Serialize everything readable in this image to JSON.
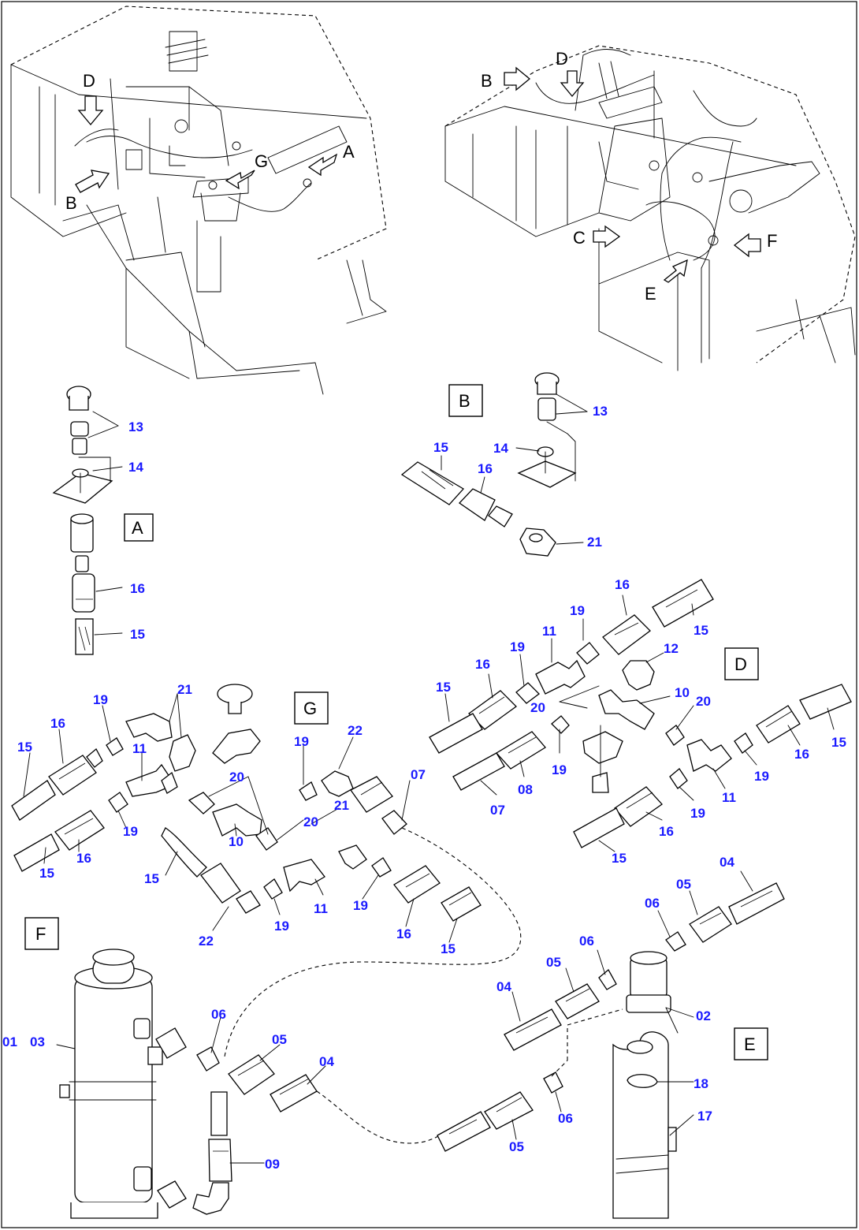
{
  "view_labels": {
    "top_left": {
      "D": "D",
      "B": "B",
      "G": "G",
      "A": "A"
    },
    "top_right": {
      "B": "B",
      "D": "D",
      "C": "C",
      "E": "E",
      "F": "F"
    }
  },
  "detail_labels": {
    "A": "A",
    "B": "B",
    "D": "D",
    "G": "G",
    "F": "F",
    "E": "E"
  },
  "detail_A": {
    "p13": "13",
    "p14": "14",
    "p16": "16",
    "p15": "15"
  },
  "detail_B": {
    "p13": "13",
    "p14": "14",
    "p15": "15",
    "p16": "16",
    "p21": "21"
  },
  "detail_D": {
    "p16_top": "16",
    "p19_top": "19",
    "p15_top": "15",
    "p11_top": "11",
    "p12": "12",
    "p19_left": "19",
    "p16_left": "16",
    "p15_left": "15",
    "p10": "10",
    "p20_right": "20",
    "p20_left": "20",
    "p19_mid": "19",
    "p07": "07",
    "p08": "08",
    "p19_r": "19",
    "p16_r": "16",
    "p15_r": "15",
    "p11_r": "11",
    "p19_low": "19",
    "p16_low": "16",
    "p15_low": "15"
  },
  "detail_G": {
    "p19_a": "19",
    "p21_a": "21",
    "p16_a": "16",
    "p15_a": "15",
    "p11_a": "11",
    "p19_b": "19",
    "p22_a": "22",
    "p20_a": "20",
    "p21_b": "21",
    "p07": "07",
    "p15_b": "15",
    "p16_b": "16",
    "p19_c": "19",
    "p10": "10",
    "p20_b": "20",
    "p15_c": "15",
    "p11_b": "11",
    "p19_d": "19",
    "p22_b": "22",
    "p19_e": "19",
    "p16_c": "16",
    "p15_d": "15"
  },
  "lower": {
    "p01": "01",
    "p03": "03",
    "p06_a": "06",
    "p05_a": "05",
    "p04_a": "04",
    "p09": "09",
    "p05_b": "05",
    "p06_b": "06",
    "p04_b": "04",
    "p05_c": "05",
    "p06_c": "06",
    "p05_d": "05",
    "p06_d": "06",
    "p04_c": "04",
    "p02": "02",
    "p18": "18",
    "p17": "17"
  }
}
